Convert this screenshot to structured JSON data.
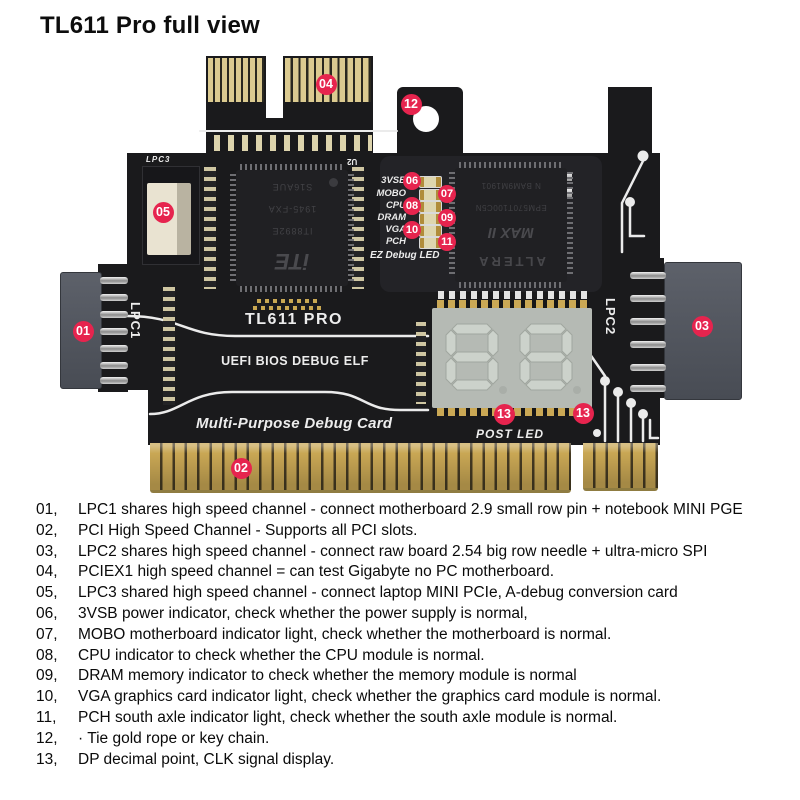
{
  "title": "TL611 Pro full view",
  "board": {
    "silkscreen": {
      "model": "TL611 PRO",
      "subtitle": "UEFI BIOS DEBUG ELF",
      "footer": "Multi-Purpose Debug Card",
      "post_led": "POST LED",
      "ez_debug": "EZ Debug LED",
      "lpc1": "LPC1",
      "lpc2": "LPC2",
      "lpc3": "LPC3",
      "u2": "U2"
    },
    "chips": {
      "ite": {
        "logo": "iTE",
        "line1": "IT8892E",
        "line2": "1945-FXA",
        "line3": "S16AUE"
      },
      "altera": {
        "brand": "ALTERA",
        "logo": "MAX II",
        "line1": "EPM570T100C5N",
        "line2": "N BAM9M1901"
      }
    },
    "ez_debug_rows": [
      {
        "label": "3VSB",
        "num": "06"
      },
      {
        "label": "MOBO",
        "num": "07"
      },
      {
        "label": "CPU",
        "num": "08"
      },
      {
        "label": "DRAM",
        "num": "09"
      },
      {
        "label": "VGA",
        "num": "10"
      },
      {
        "label": "PCH",
        "num": "11"
      }
    ],
    "markers": {
      "n01": "01",
      "n02": "02",
      "n03": "03",
      "n04": "04",
      "n05": "05",
      "n12": "12",
      "n13": "13"
    },
    "colors": {
      "marker_red": "#e6244e",
      "pcb_black": "#1a1a1c",
      "gold": "#c9a754",
      "silkscreen_white": "#ededed"
    }
  },
  "notes": [
    {
      "num": "01,",
      "text": "LPC1 shares high speed channel - connect motherboard 2.9 small row pin + notebook MINI PGE"
    },
    {
      "num": "02,",
      "text": "PCI High Speed Channel - Supports all PCI slots."
    },
    {
      "num": "03,",
      "text": "LPC2 shares high speed channel - connect raw board 2.54 big row needle + ultra-micro SPI"
    },
    {
      "num": "04,",
      "text": "PCIEX1 high speed channel = can test Gigabyte no PC motherboard."
    },
    {
      "num": "05,",
      "text": "LPC3 shared high speed channel - connect laptop MINI PCIe, A-debug conversion card"
    },
    {
      "num": "06,",
      "text": "3VSB power indicator, check whether the power supply is normal,"
    },
    {
      "num": "07,",
      "text": "MOBO motherboard indicator light, check whether the motherboard is normal."
    },
    {
      "num": "08,",
      "text": "CPU indicator to check whether the CPU module is normal."
    },
    {
      "num": "09,",
      "text": "DRAM memory indicator to check whether the memory module is normal"
    },
    {
      "num": "10,",
      "text": "VGA graphics card indicator light, check whether the graphics card module is normal."
    },
    {
      "num": "11,",
      "text": "PCH south axle indicator light, check whether the south axle module is normal."
    },
    {
      "num": "12,",
      "text": "· Tie gold rope or key chain."
    },
    {
      "num": "13,",
      "text": "DP decimal point, CLK signal display."
    }
  ]
}
